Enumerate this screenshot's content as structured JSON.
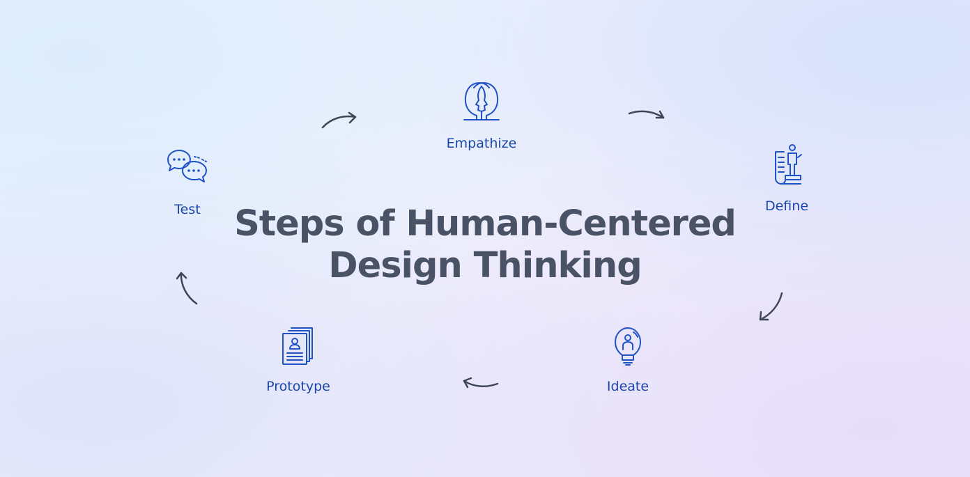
{
  "diagram": {
    "title_line1": "Steps of Human-Centered",
    "title_line2": "Design Thinking",
    "steps": [
      {
        "label": "Empathize",
        "icon": "two-heads-icon"
      },
      {
        "label": "Define",
        "icon": "person-on-document-icon"
      },
      {
        "label": "Ideate",
        "icon": "lightbulb-person-icon"
      },
      {
        "label": "Prototype",
        "icon": "stacked-profile-cards-icon"
      },
      {
        "label": "Test",
        "icon": "chat-bubbles-icon"
      }
    ],
    "colors": {
      "title": "#4a5366",
      "label": "#1b45a8",
      "icon": "#1f52c4",
      "arrow": "#3e4656"
    }
  }
}
